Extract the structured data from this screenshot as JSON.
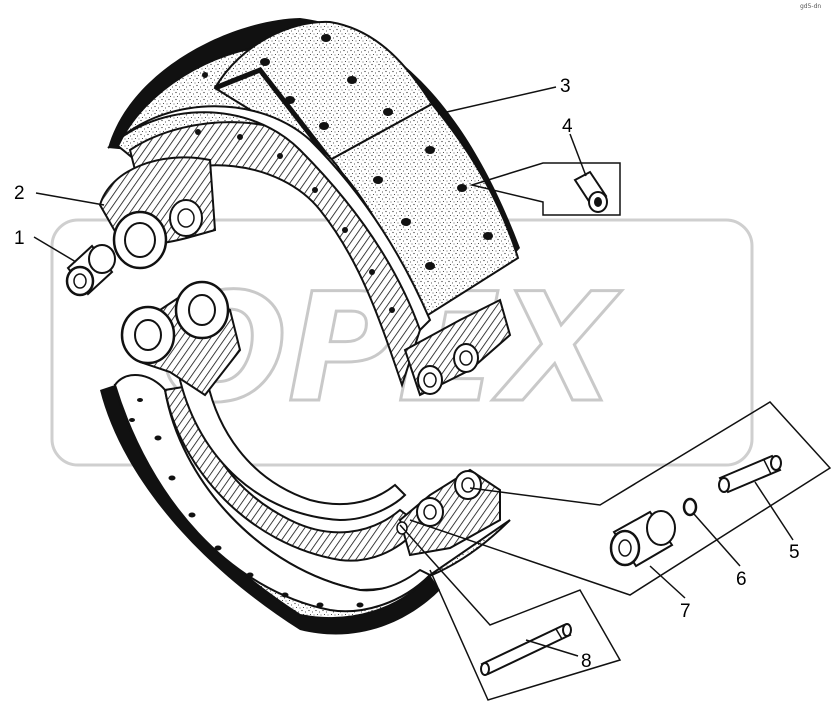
{
  "diagram": {
    "watermark": "OPEX",
    "corner_mark": "gd5-dn",
    "callouts": [
      {
        "id": "1",
        "part": "bushing"
      },
      {
        "id": "2",
        "part": "brake-shoe"
      },
      {
        "id": "3",
        "part": "friction-lining"
      },
      {
        "id": "4",
        "part": "rivet"
      },
      {
        "id": "5",
        "part": "axle-pin"
      },
      {
        "id": "6",
        "part": "lock-ring"
      },
      {
        "id": "7",
        "part": "bushing"
      },
      {
        "id": "8",
        "part": "shoe-pin"
      }
    ]
  }
}
